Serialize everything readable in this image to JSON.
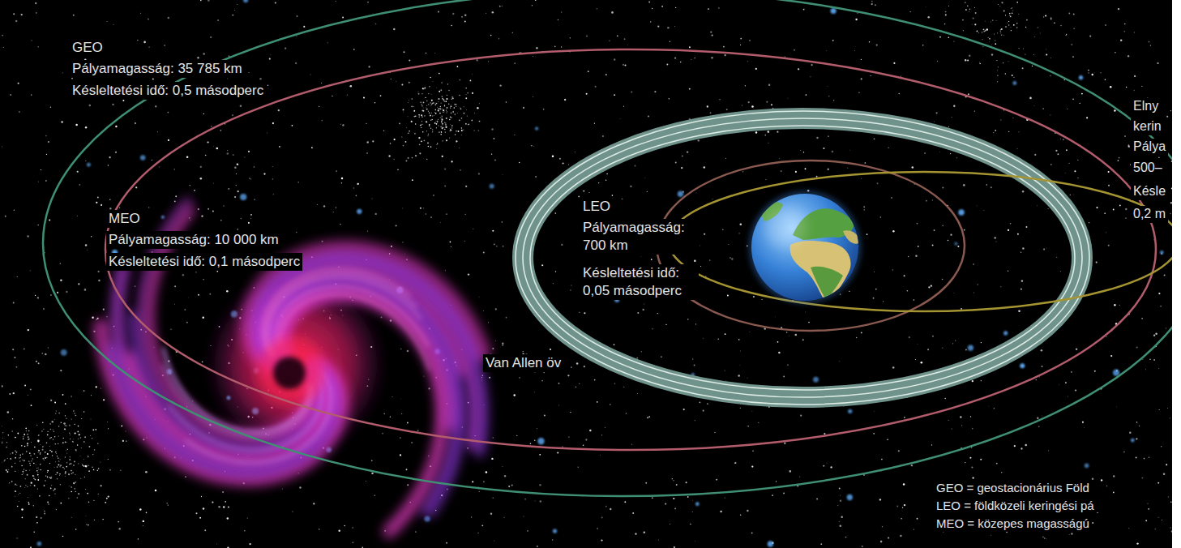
{
  "diagram": {
    "labels": [
      "GEO",
      "Pályamagasság: 35 785 km",
      "Késleltetési idő: 0,5 másodperc",
      "MEO",
      "Pályamagasság: 10 000 km",
      "Késleltetési idő: 0,1 másodperc",
      "LEO",
      "Pályamagasság: 700 km",
      "Késleltetési idő: 0,05 másodperc",
      "Van Allen öv",
      "Elny",
      "kerin",
      "Pálya",
      "500–",
      "Késle",
      "0,2 m",
      "GEO = geostacionárius Föld",
      "LEO = földközeli keringési pá",
      "MEO = közepes magasságú"
    ]
  }
}
